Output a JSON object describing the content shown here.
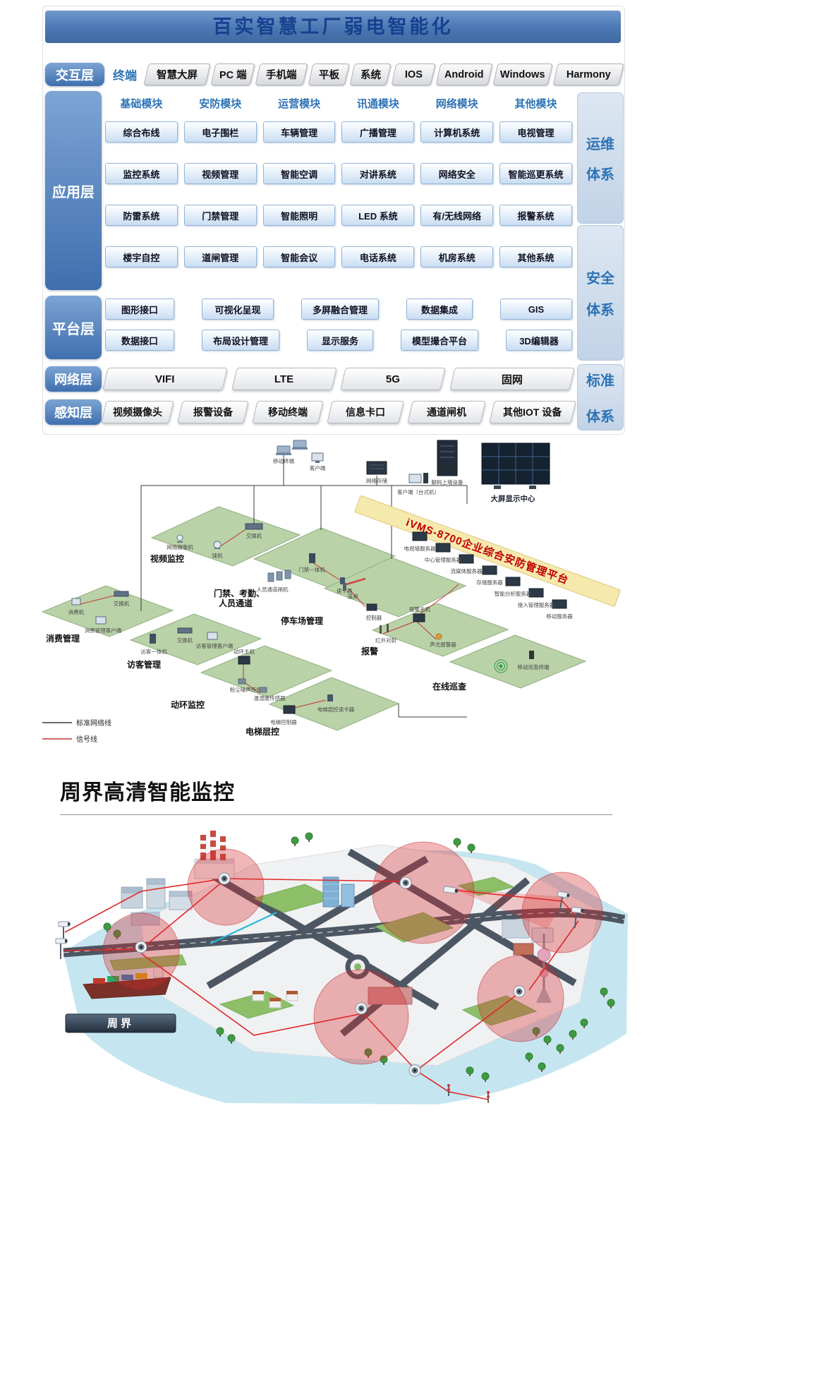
{
  "title": "百实智慧工厂弱电智能化",
  "colors": {
    "accent_blue": "#4273ae",
    "module_header_blue": "#2e74b5",
    "banner_red": "#c00000",
    "alert_red": "#d62b2d",
    "zone_green": "#b9d2a8"
  },
  "layers": {
    "interaction": {
      "label": "交互层",
      "terminal": "终端",
      "items": [
        "智慧大屏",
        "PC 端",
        "手机端",
        "平板",
        "系统",
        "IOS",
        "Android",
        "Windows",
        "Harmony"
      ]
    },
    "application": {
      "label": "应用层",
      "columns": [
        {
          "header": "基础模块",
          "items": [
            "综合布线",
            "监控系统",
            "防雷系统",
            "楼宇自控"
          ]
        },
        {
          "header": "安防模块",
          "items": [
            "电子围栏",
            "视频管理",
            "门禁管理",
            "道闸管理"
          ]
        },
        {
          "header": "运营模块",
          "items": [
            "车辆管理",
            "智能空调",
            "智能照明",
            "智能会议"
          ]
        },
        {
          "header": "讯通模块",
          "items": [
            "广播管理",
            "对讲系统",
            "LED 系统",
            "电话系统"
          ]
        },
        {
          "header": "网络模块",
          "items": [
            "计算机系统",
            "网络安全",
            "有/无线网络",
            "机房系统"
          ]
        },
        {
          "header": "其他模块",
          "items": [
            "电视管理",
            "智能巡更系统",
            "报警系统",
            "其他系统"
          ]
        }
      ]
    },
    "platform": {
      "label": "平台层",
      "row1": [
        "图形接口",
        "可视化呈现",
        "多屏融合管理",
        "数据集成",
        "GIS"
      ],
      "row2": [
        "数据接口",
        "布局设计管理",
        "显示服务",
        "模型撮合平台",
        "3D编辑器"
      ]
    },
    "network": {
      "label": "网络层",
      "items": [
        "VIFI",
        "LTE",
        "5G",
        "固网"
      ]
    },
    "perception": {
      "label": "感知层",
      "items": [
        "视频摄像头",
        "报警设备",
        "移动终端",
        "信息卡口",
        "通道闸机",
        "其他IOT 设备"
      ]
    },
    "systems": {
      "ops": [
        "运维",
        "体系"
      ],
      "safety": [
        "安全",
        "体系"
      ],
      "standard": [
        "标准",
        "体系"
      ]
    }
  },
  "topology": {
    "banner": "iVMS-8700企业综合安防管理平台",
    "display_center": "大屏显示中心",
    "zones": {
      "video": "视频监控",
      "access_1": "门禁、考勤、",
      "access_2": "人员通道",
      "parking": "停车场管理",
      "consume": "消费管理",
      "visitor": "访客管理",
      "alarm": "报警",
      "env": "动环监控",
      "patrol": "在线巡查",
      "elevator": "电梯层控"
    },
    "legend": {
      "net": "标准网络线",
      "signal": "信号线"
    },
    "devices": {
      "decoder": "解码上墙设备",
      "mobile": "移动终端",
      "client": "客户端",
      "nas": "网络存储",
      "desktop": "客户端（台式机）",
      "srv1": "电视墙服务器",
      "srv2": "中心管理服务器",
      "srv3": "流媒体服务器",
      "srv4": "存储服务器",
      "srv5": "智能分析服务器",
      "srv6": "接入管理服务器",
      "srv7": "移动服务器",
      "cam1": "网络摄像机",
      "cam2": "球机",
      "sw1": "交换机",
      "acc1": "门禁一体机",
      "acc2": "人员通道闸机",
      "acc3": "读卡器",
      "park1": "道闸",
      "park2": "控制器",
      "con1": "消费机",
      "con2": "消费管理客户端",
      "sw2": "交换机",
      "vis1": "访客一体机",
      "sw3": "交换机",
      "vis2": "访客管理客户端",
      "al1": "红外对射",
      "al2": "报警主机",
      "al3": "声光报警器",
      "pat1": "移动巡查终端",
      "env1": "动环主机",
      "env2": "粉尘噪声传感器",
      "env3": "温湿度传感器",
      "ele1": "电梯控制器",
      "ele2": "电梯层控读卡器"
    }
  },
  "perimeter": {
    "heading": "周界高清智能监控",
    "badge": "周界"
  }
}
